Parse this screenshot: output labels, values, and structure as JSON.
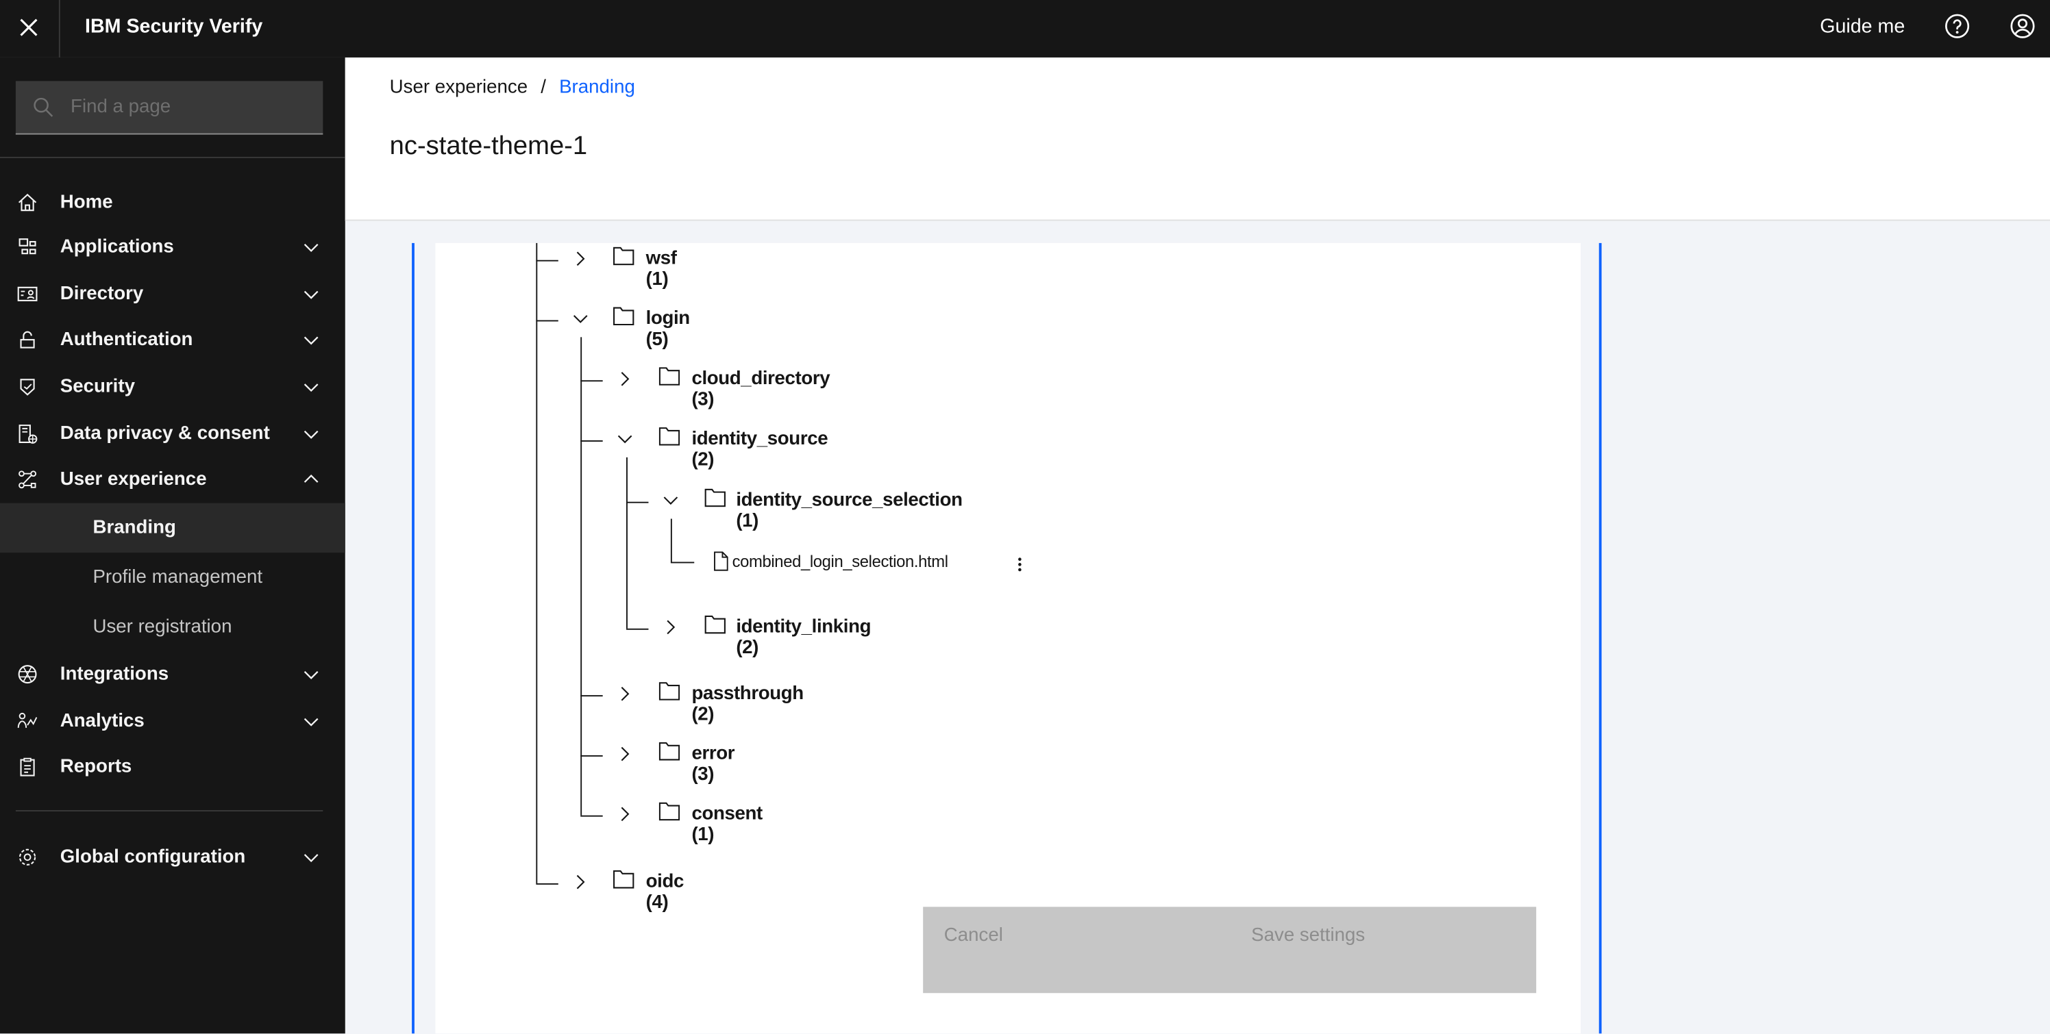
{
  "topbar": {
    "title": "IBM Security Verify",
    "guide_me": "Guide me",
    "icons": [
      "close-icon",
      "help-icon",
      "user-avatar-icon"
    ]
  },
  "sidebar": {
    "search_placeholder": "Find a page",
    "items": [
      {
        "label": "Home",
        "icon": "home-icon",
        "expandable": false
      },
      {
        "label": "Applications",
        "icon": "applications-icon",
        "expandable": true
      },
      {
        "label": "Directory",
        "icon": "directory-icon",
        "expandable": true
      },
      {
        "label": "Authentication",
        "icon": "unlock-icon",
        "expandable": true
      },
      {
        "label": "Security",
        "icon": "shield-check-icon",
        "expandable": true
      },
      {
        "label": "Data privacy & consent",
        "icon": "data-privacy-icon",
        "expandable": true
      },
      {
        "label": "User experience",
        "icon": "flow-icon",
        "expandable": true,
        "expanded": true
      },
      {
        "label": "Integrations",
        "icon": "integrations-icon",
        "expandable": true
      },
      {
        "label": "Analytics",
        "icon": "analytics-icon",
        "expandable": true
      },
      {
        "label": "Reports",
        "icon": "report-icon",
        "expandable": false
      }
    ],
    "subitems": [
      {
        "label": "Branding",
        "active": true
      },
      {
        "label": "Profile management"
      },
      {
        "label": "User registration"
      }
    ],
    "global": {
      "label": "Global configuration",
      "icon": "settings-icon"
    }
  },
  "breadcrumb": {
    "parent": "User experience",
    "separator": "/",
    "current": "Branding"
  },
  "page_title": "nc-state-theme-1",
  "tree": {
    "wsf": "wsf (1)",
    "login": "login (5)",
    "cloud_directory": "cloud_directory (3)",
    "identity_source": "identity_source (2)",
    "identity_source_selection": "identity_source_selection (1)",
    "file": "combined_login_selection.html",
    "identity_linking": "identity_linking (2)",
    "passthrough": "passthrough (2)",
    "error": "error (3)",
    "consent": "consent (1)",
    "oidc": "oidc (4)"
  },
  "buttons": {
    "cancel": "Cancel",
    "save": "Save settings"
  },
  "colors": {
    "accent": "#0f62fe",
    "link": "#0f62fe",
    "topbar": "#161616",
    "disabled_button": "#c6c6c6"
  }
}
